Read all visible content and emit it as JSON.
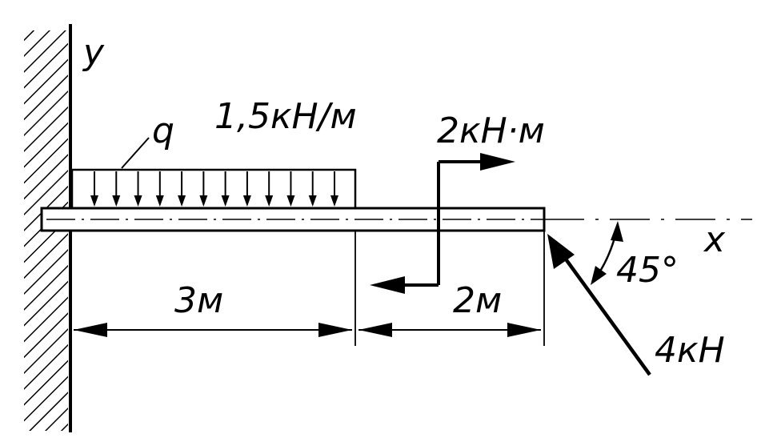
{
  "colors": {
    "ink": "#000000",
    "paper": "#ffffff"
  },
  "diagram": {
    "labels": {
      "y_axis": "y",
      "x_axis": "x",
      "load_symbol": "q",
      "load_intensity": "1,5кН/м",
      "moment": "2кН·м",
      "span_left": "3м",
      "span_right": "2м",
      "angle": "45°",
      "force": "4кН"
    }
  }
}
